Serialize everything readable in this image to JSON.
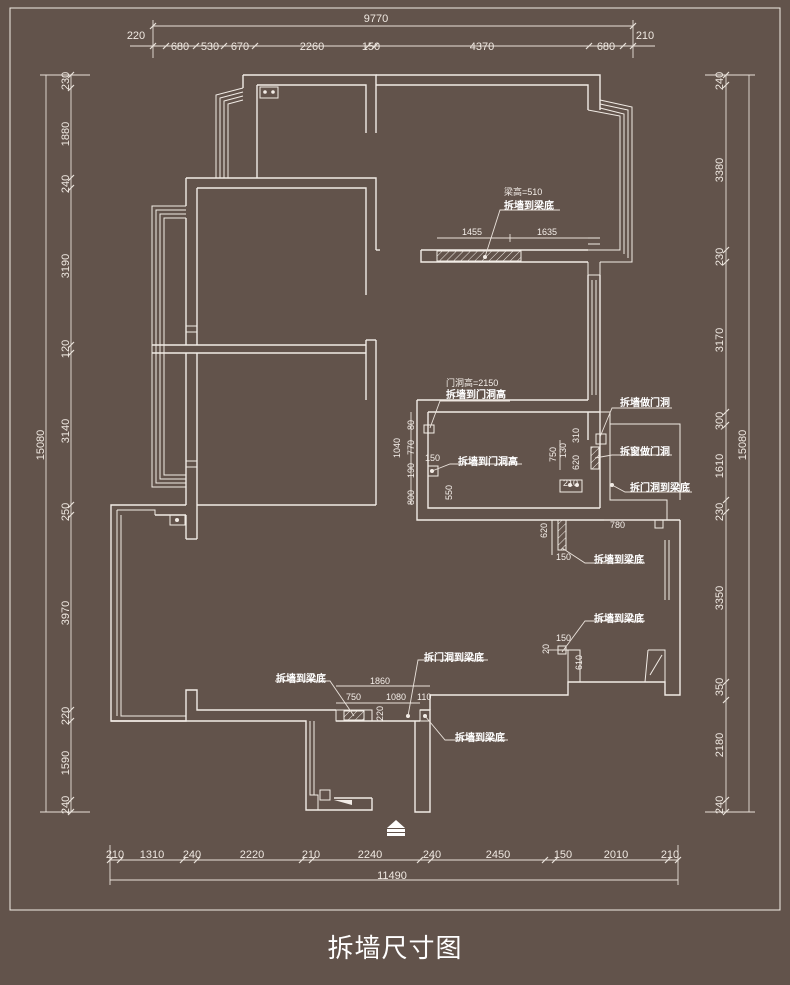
{
  "caption": "拆墙尺寸图",
  "top_dims": {
    "total": "9770",
    "segments": [
      "220",
      "680",
      "530",
      "670",
      "2260",
      "150",
      "4370",
      "680",
      "210"
    ]
  },
  "bottom_dims": {
    "total": "11490",
    "segments": [
      "210",
      "1310",
      "240",
      "2220",
      "210",
      "2240",
      "240",
      "2450",
      "150",
      "2010",
      "210"
    ]
  },
  "left_dims": {
    "total": "15080",
    "segments": [
      "230",
      "1880",
      "240",
      "3190",
      "120",
      "3140",
      "250",
      "3970",
      "220",
      "1590",
      "240"
    ]
  },
  "right_dims": {
    "total": "15080",
    "segments": [
      "240",
      "3380",
      "230",
      "3170",
      "300",
      "1610",
      "230",
      "3350",
      "350",
      "2180",
      "240"
    ]
  },
  "inner_dims": {
    "beam_height": "梁高=510",
    "beam_left": "1455",
    "beam_right": "1635",
    "door_height": "门洞高=2150",
    "d_80": "80",
    "d_770": "770",
    "d_1040": "1040",
    "d_150a": "150",
    "d_190": "190",
    "d_800": "800",
    "d_550": "550",
    "d_750a": "750",
    "d_130": "130",
    "d_310": "310",
    "d_620a": "620",
    "d_210": "210",
    "d_780": "780",
    "d_620b": "620",
    "d_150b": "150",
    "d_150c": "150",
    "d_20": "20",
    "d_610": "610",
    "d_1860": "1860",
    "d_750b": "750",
    "d_1080": "1080",
    "d_110": "110",
    "d_220": "220"
  },
  "notes": {
    "beam_wall": "拆墙到梁底",
    "door_wall_1": "拆墙到门洞高",
    "door_wall_2": "拆墙到门洞高",
    "wall_door": "拆墙做门洞",
    "window_door": "拆窗做门洞",
    "door_beam_1": "拆门洞到梁底",
    "wall_beam_2": "拆墙到梁底",
    "wall_beam_3": "拆墙到梁底",
    "door_beam_2": "拆门洞到梁底",
    "wall_beam_4": "拆墙到梁底",
    "wall_beam_5": "拆墙到梁底"
  },
  "colors": {
    "background": "#62534b",
    "line": "#f2ece6",
    "text": "#ffffff"
  },
  "icons": [
    "entrance-arrow-icon"
  ]
}
